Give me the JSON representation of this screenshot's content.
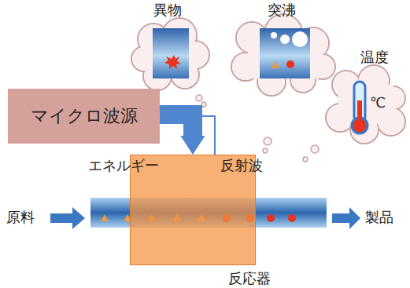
{
  "diagram": {
    "nodes": [
      {
        "text": [
          "マイクロ波源"
        ]
      },
      {
        "text": [
          "反応器"
        ]
      }
    ],
    "edges": [
      {
        "from": 0,
        "to": 1,
        "arrow": "to",
        "label": "エネルギー"
      },
      {
        "from": 1,
        "to": 0,
        "arrow": "to",
        "label": "反射波"
      }
    ],
    "labels": [
      "異物",
      "突沸",
      "温度",
      "℃",
      "原料",
      "製品"
    ]
  }
}
